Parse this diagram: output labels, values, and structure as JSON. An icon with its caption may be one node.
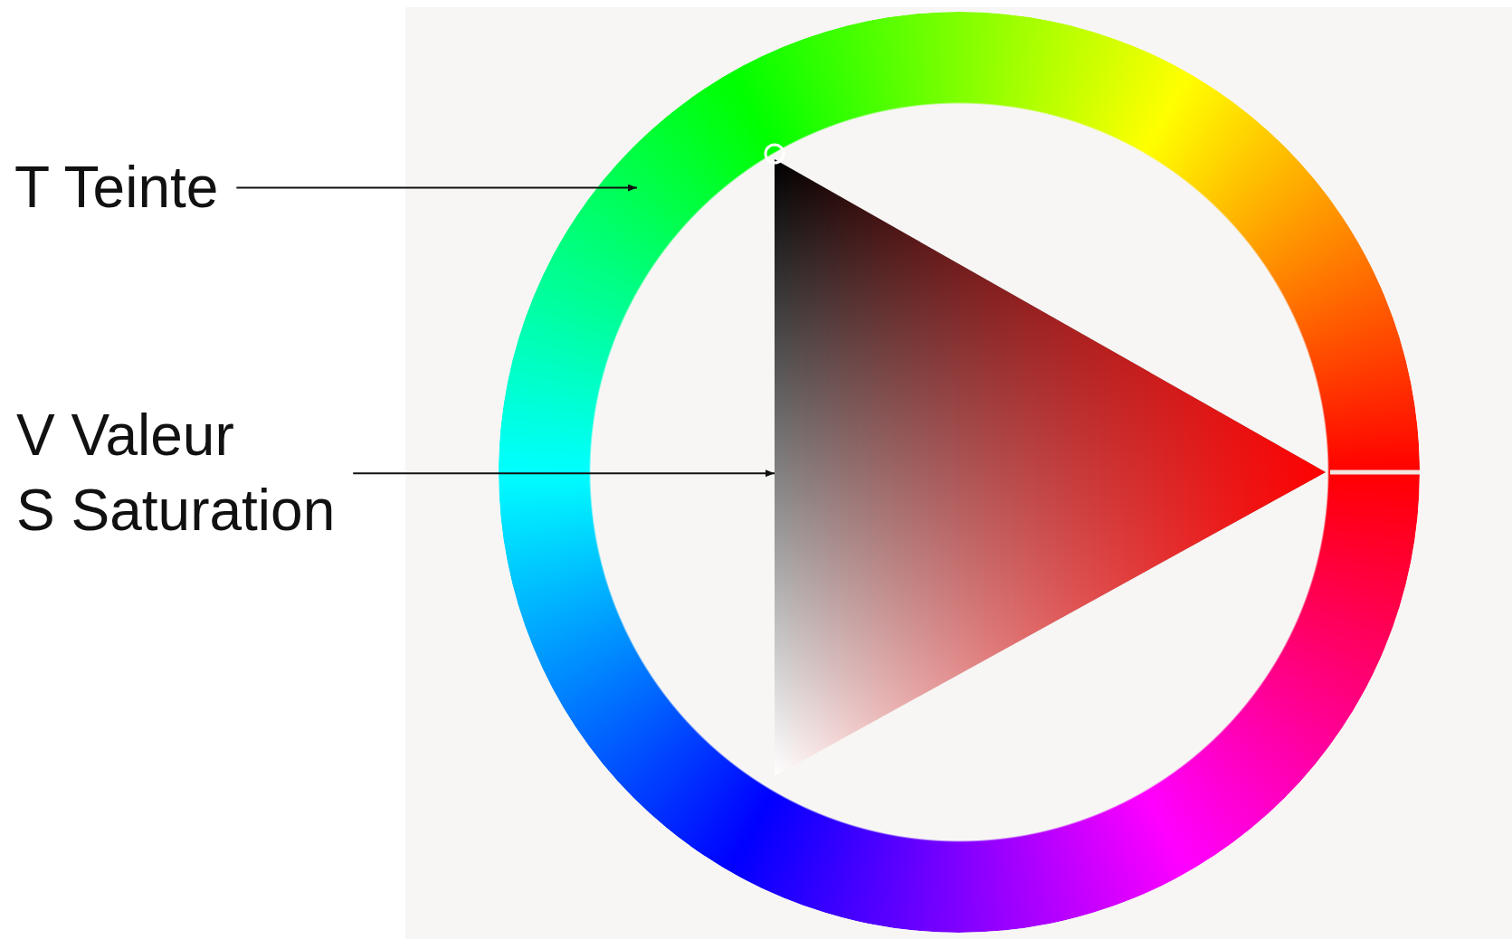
{
  "diagram": {
    "nodes": [
      {
        "text": [
          "T Teinte"
        ]
      },
      {
        "text": [],
        "shape": "circle"
      },
      {
        "text": [
          "V Valeur",
          "S Saturation"
        ]
      },
      {
        "text": [],
        "shape": "triangle",
        "in": 1
      }
    ],
    "edges": [
      {
        "from": 0,
        "to": 1,
        "arrow": "to"
      },
      {
        "from": 2,
        "to": 3,
        "arrow": "to"
      }
    ]
  }
}
